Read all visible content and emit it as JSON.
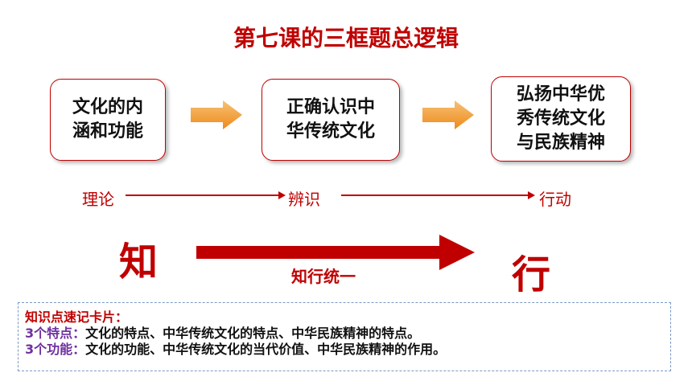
{
  "title": "第七课的三框题总逻辑",
  "boxes": [
    {
      "label": "文化的内\n涵和功能"
    },
    {
      "label": "正确认识中\n华传统文化"
    },
    {
      "label": "弘扬中华优\n秀传统文化\n与民族精神"
    }
  ],
  "stages": [
    "理论",
    "辨识",
    "行动"
  ],
  "knowledge": {
    "left": "知",
    "right": "行",
    "unity": "知行统一"
  },
  "card": {
    "heading": "知识点速记卡片：",
    "rows": [
      {
        "label": "3个特点：",
        "text": "文化的特点、中华传统文化的特点、中华民族精神的特点。"
      },
      {
        "label": "3个功能：",
        "text": "文化的功能、中华传统文化的当代价值、中华民族精神的作用。"
      }
    ]
  },
  "colors": {
    "accent": "#c00000",
    "arrow_orange": "#f2a23a",
    "label_purple": "#7030a0"
  }
}
